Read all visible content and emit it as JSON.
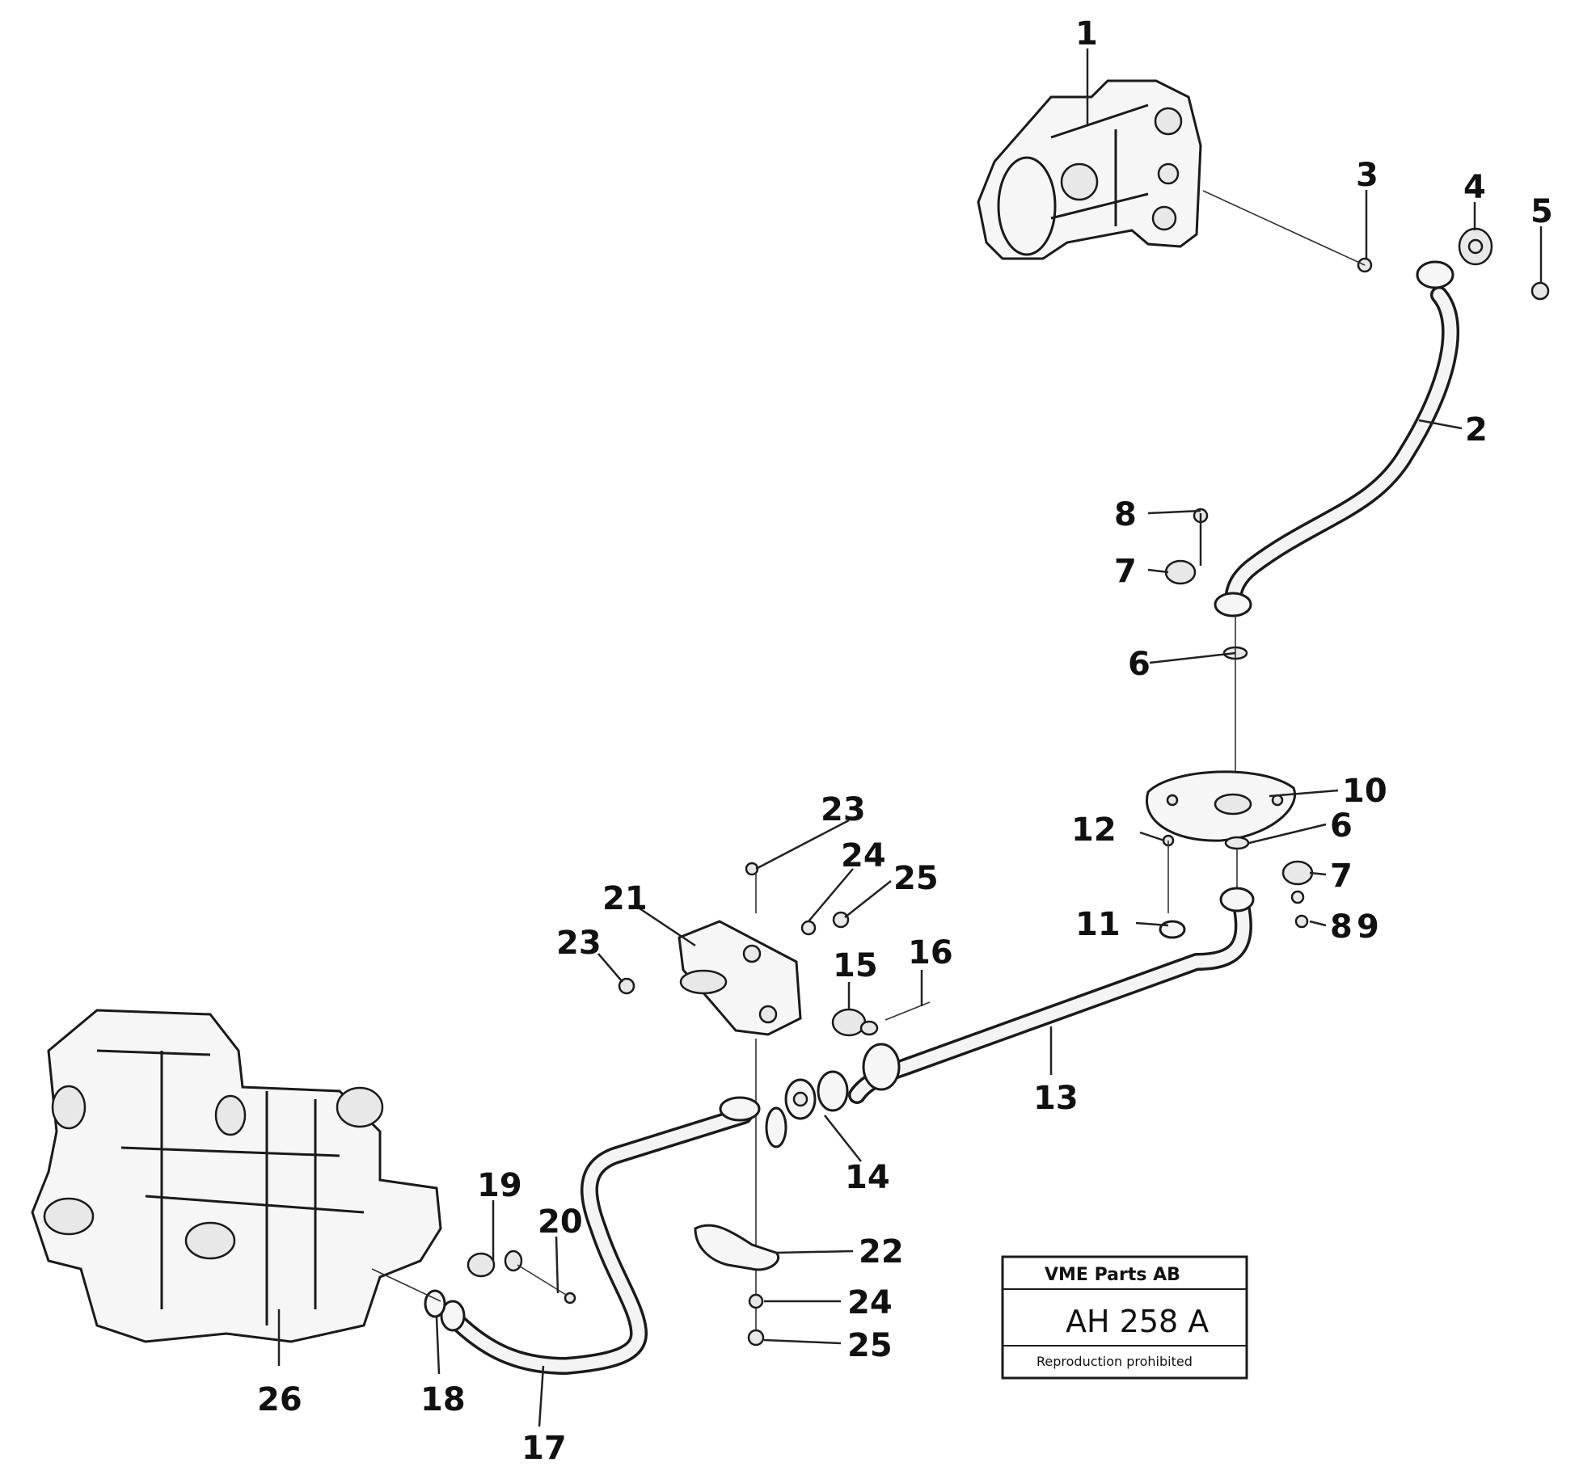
{
  "callouts": [
    "1",
    "2",
    "3",
    "4",
    "5",
    "6",
    "7",
    "8",
    "6",
    "7",
    "8",
    "9",
    "10",
    "11",
    "12",
    "13",
    "14",
    "15",
    "16",
    "17",
    "18",
    "19",
    "20",
    "21",
    "22",
    "23",
    "23",
    "24",
    "24",
    "25",
    "25",
    "26"
  ],
  "stamp": {
    "company": "VME Parts AB",
    "code": "AH 258 A",
    "footer": "Reproduction prohibited"
  }
}
